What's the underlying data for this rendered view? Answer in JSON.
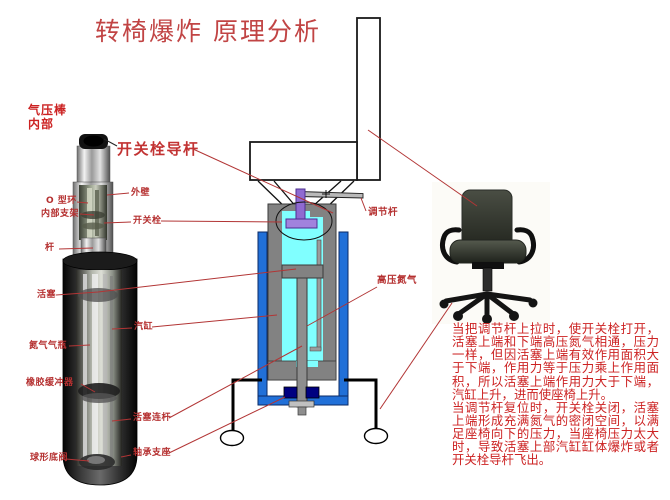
{
  "title": "转椅爆炸 原理分析",
  "photo_caption": {
    "line1": "气压棒",
    "line2": "内部"
  },
  "labels": {
    "switch_pin_guide_rod": "开关栓导杆",
    "outer_wall": "外壁",
    "o_ring": "O 型环",
    "inner_bracket": "内部支架",
    "switch_pin": "开关栓",
    "rod": "杆",
    "piston": "活塞",
    "cylinder": "汽缸",
    "nitrogen_bottle": "氮气气瓶",
    "rubber_buffer": "橡胶缓冲器",
    "piston_link_rod": "活塞连杆",
    "ball_bottom_valve": "球形底阀",
    "bearing_support": "轴承支座",
    "adjust_lever": "调节杆",
    "hp_nitrogen": "高压氮气"
  },
  "explanation": {
    "para1": "当把调节杆上拉时，使开关栓打开，活塞上端和下端高压氮气相通，压力一样，但因活塞上端有效作用面积大于下端，作用力等于压力乘上作用面积，所以活塞上端作用力大于下端，汽缸上升，进而使座椅上升。",
    "para2": "当调节杆复位时，开关栓关闭，活塞上端形成充满氮气的密闭空间，以满足座椅向下的压力，当座椅压力太大时，导致活塞上部汽缸缸体爆炸或者开关栓导杆飞出。"
  },
  "colors": {
    "title_red": "#c14444",
    "label_red": "#b53030",
    "text_red": "#cc2222",
    "line_red": "#b23535",
    "frame_blue": "#2170d8",
    "bearing_navy": "#000080",
    "gas_cyan": "#80ffff",
    "metal_gray": "#828282",
    "valve_purple": "#8f6ad1"
  }
}
